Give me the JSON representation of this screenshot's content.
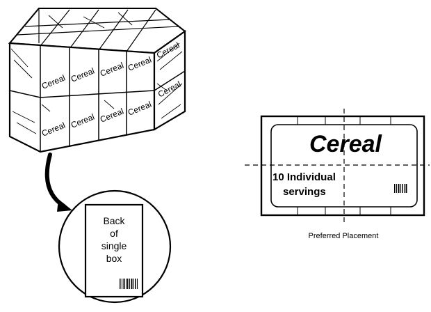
{
  "box_label": "Cereal",
  "zoom_label": {
    "line1": "Back",
    "line2": "of",
    "line3": "single",
    "line4": "box"
  },
  "label_sample": {
    "brand": "Cereal",
    "line1": "10 Individual",
    "line2": "servings"
  },
  "caption": "Preferred Placement",
  "icons": {
    "barcode_zoom": "barcode-icon",
    "barcode_label": "barcode-icon",
    "arrow": "curved-arrow-icon"
  },
  "colors": {
    "ink": "#000000",
    "paper": "#ffffff"
  }
}
